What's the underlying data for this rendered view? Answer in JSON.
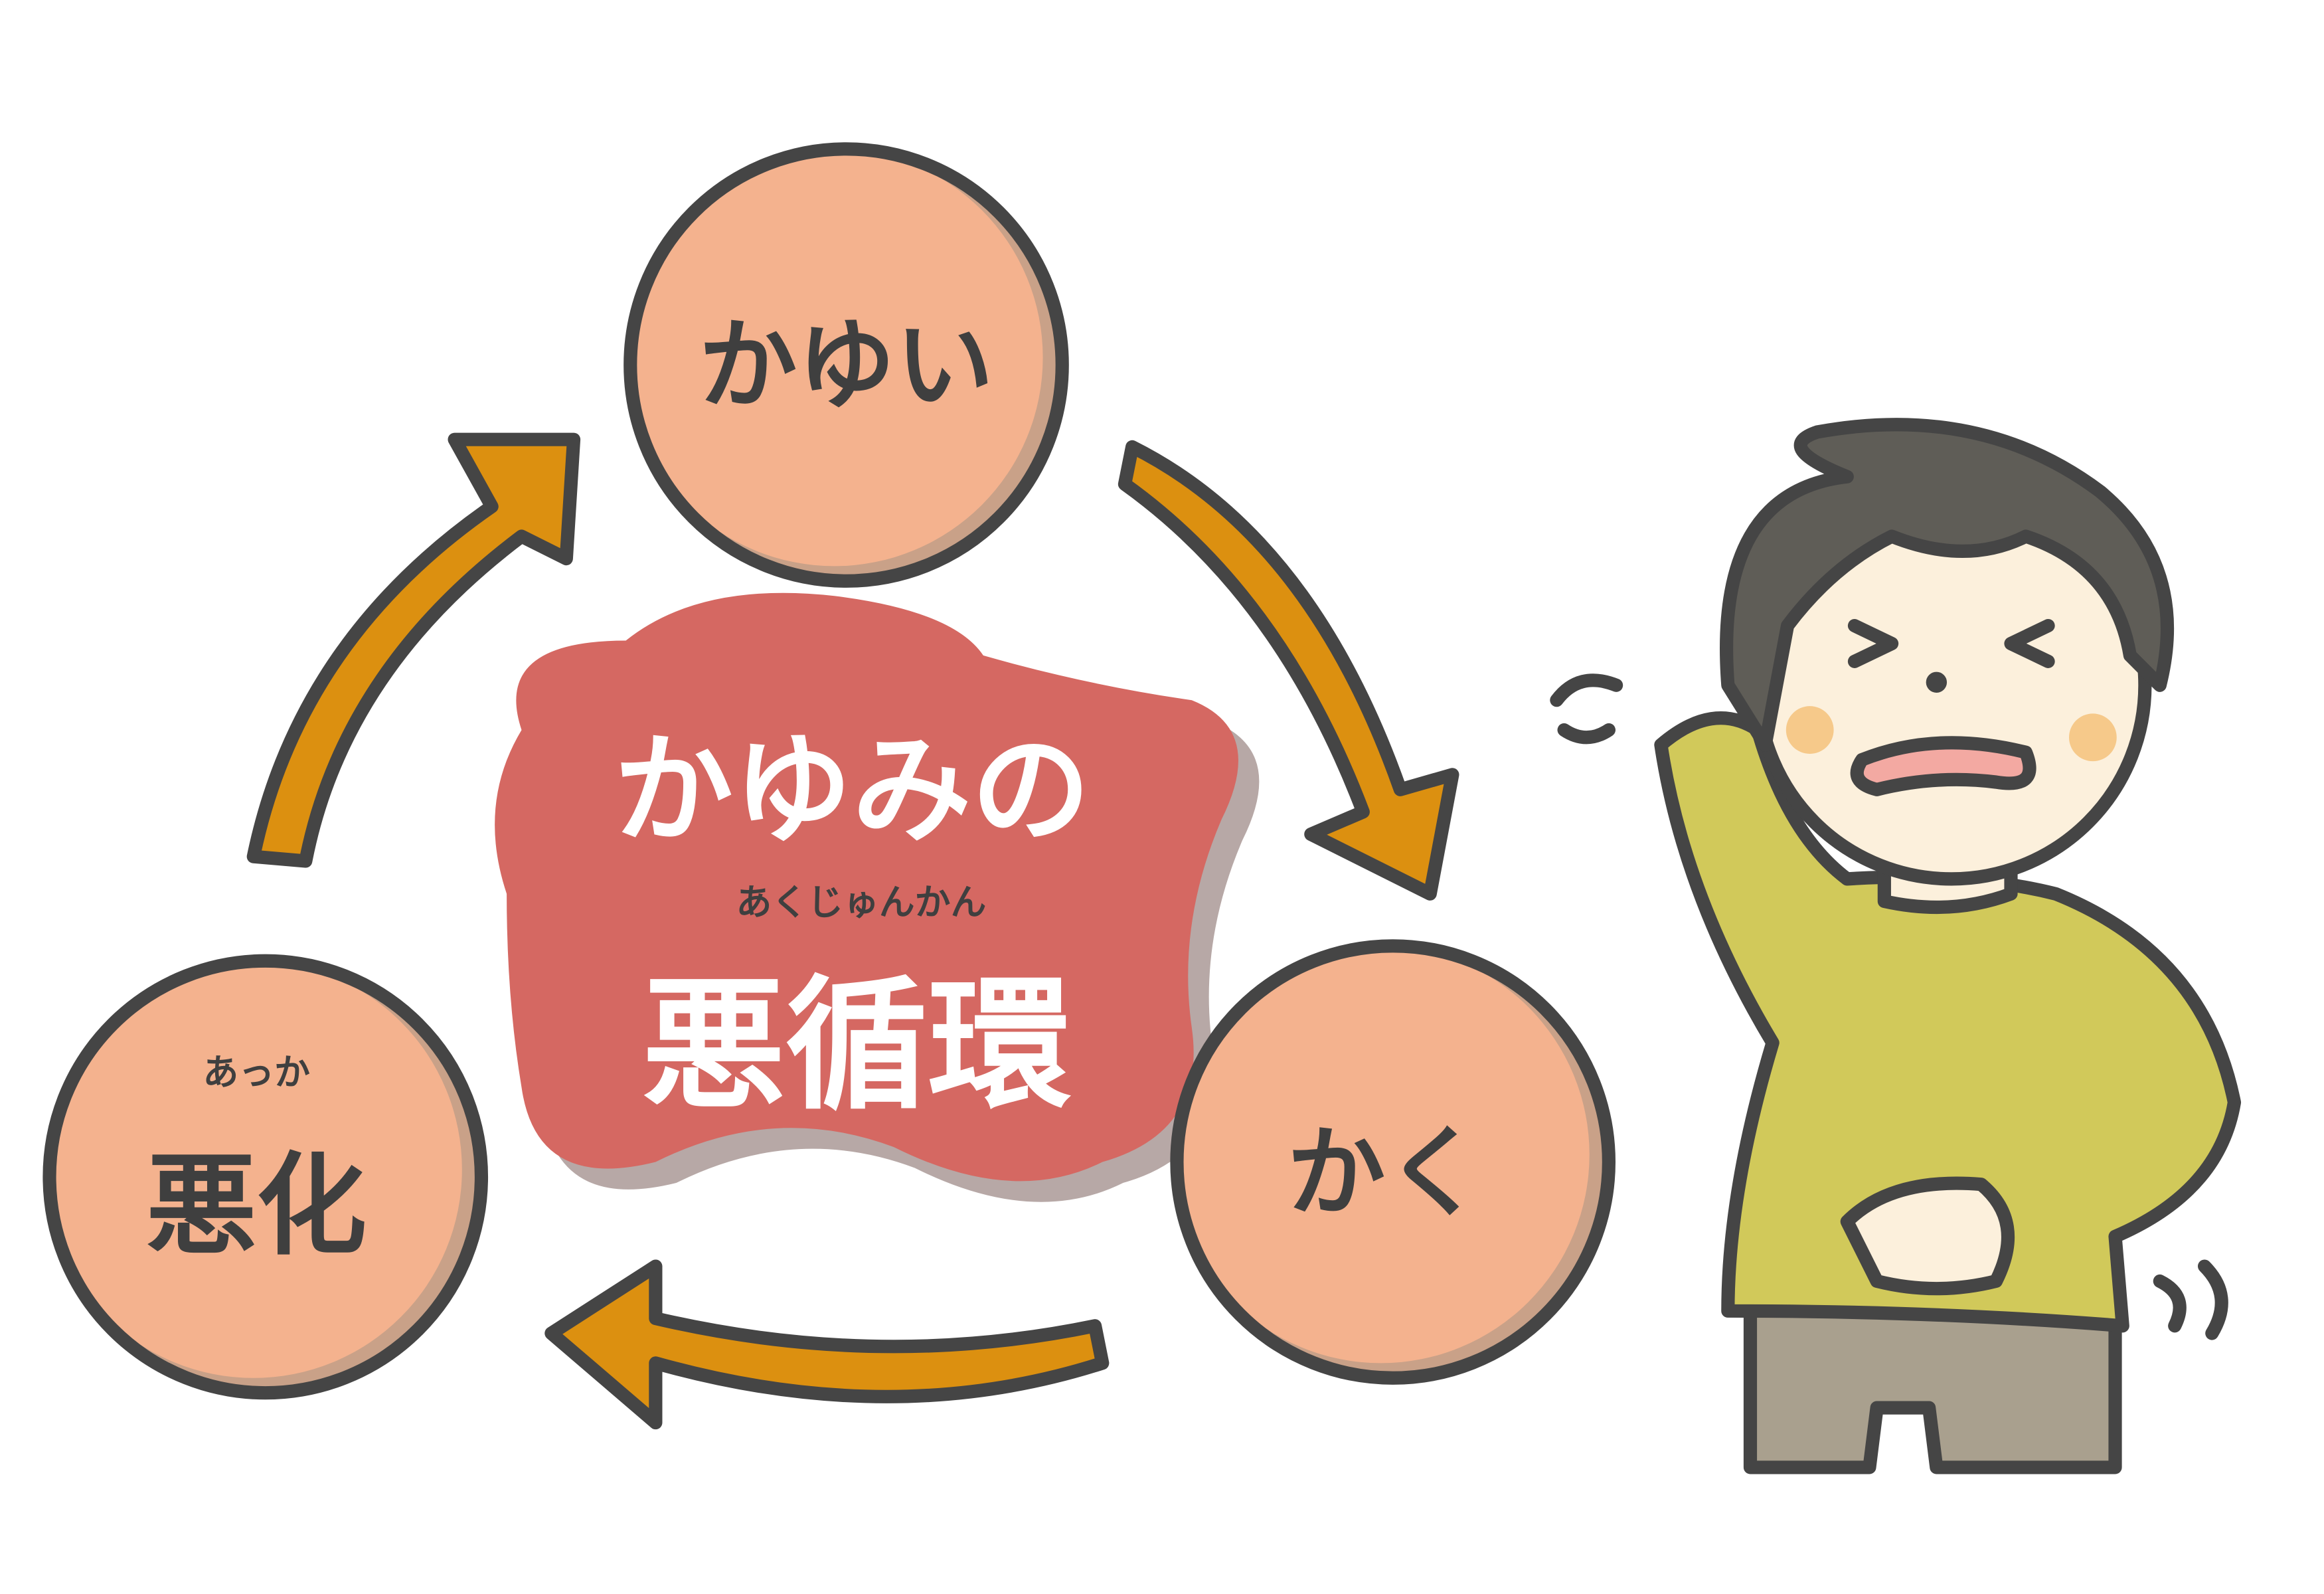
{
  "diagram": {
    "center_title": "かゆみの",
    "center_subtitle": "悪循環",
    "center_subtitle_ruby": "あくじゅんかん",
    "nodes": [
      {
        "label": "かゆい",
        "ruby": ""
      },
      {
        "label": "かく",
        "ruby": ""
      },
      {
        "label": "悪化",
        "ruby": "あっか"
      }
    ]
  },
  "colors": {
    "circle": "#f4b28e",
    "blob": "#d56862",
    "arrow": "#dc9010",
    "outline": "#454545",
    "shirt": "#d1c95a",
    "pants": "#a9a08e",
    "hair": "#5f5d57",
    "skin": "#fcf0dc"
  }
}
